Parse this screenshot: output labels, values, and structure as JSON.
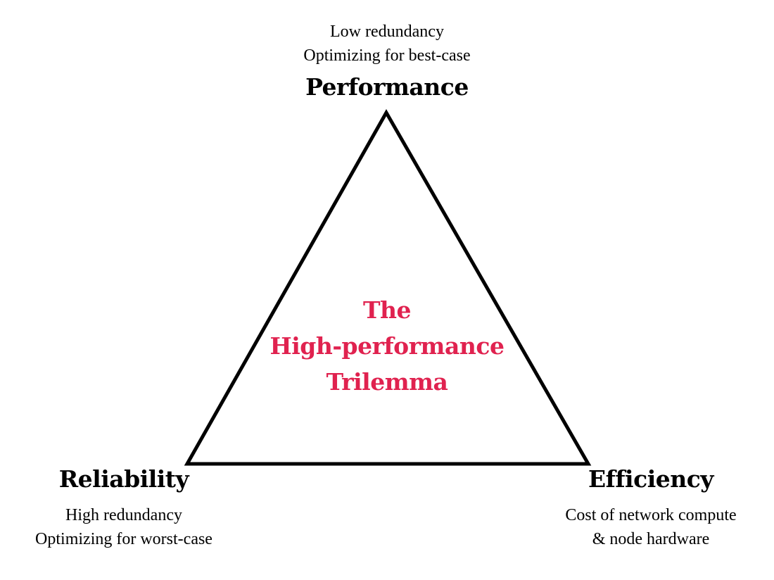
{
  "diagram": {
    "accent_color": "#e0224f",
    "stroke_color": "#000000",
    "center_title": {
      "lines": [
        "The",
        "High-performance",
        "Trilemma"
      ]
    },
    "vertices": {
      "top": {
        "heading": "Performance",
        "description": [
          "Low redundancy",
          "Optimizing for best-case"
        ]
      },
      "left": {
        "heading": "Reliability",
        "description": [
          "High redundancy",
          "Optimizing for worst-case"
        ]
      },
      "right": {
        "heading": "Efficiency",
        "description": [
          "Cost of network compute",
          "& node hardware"
        ]
      }
    }
  }
}
